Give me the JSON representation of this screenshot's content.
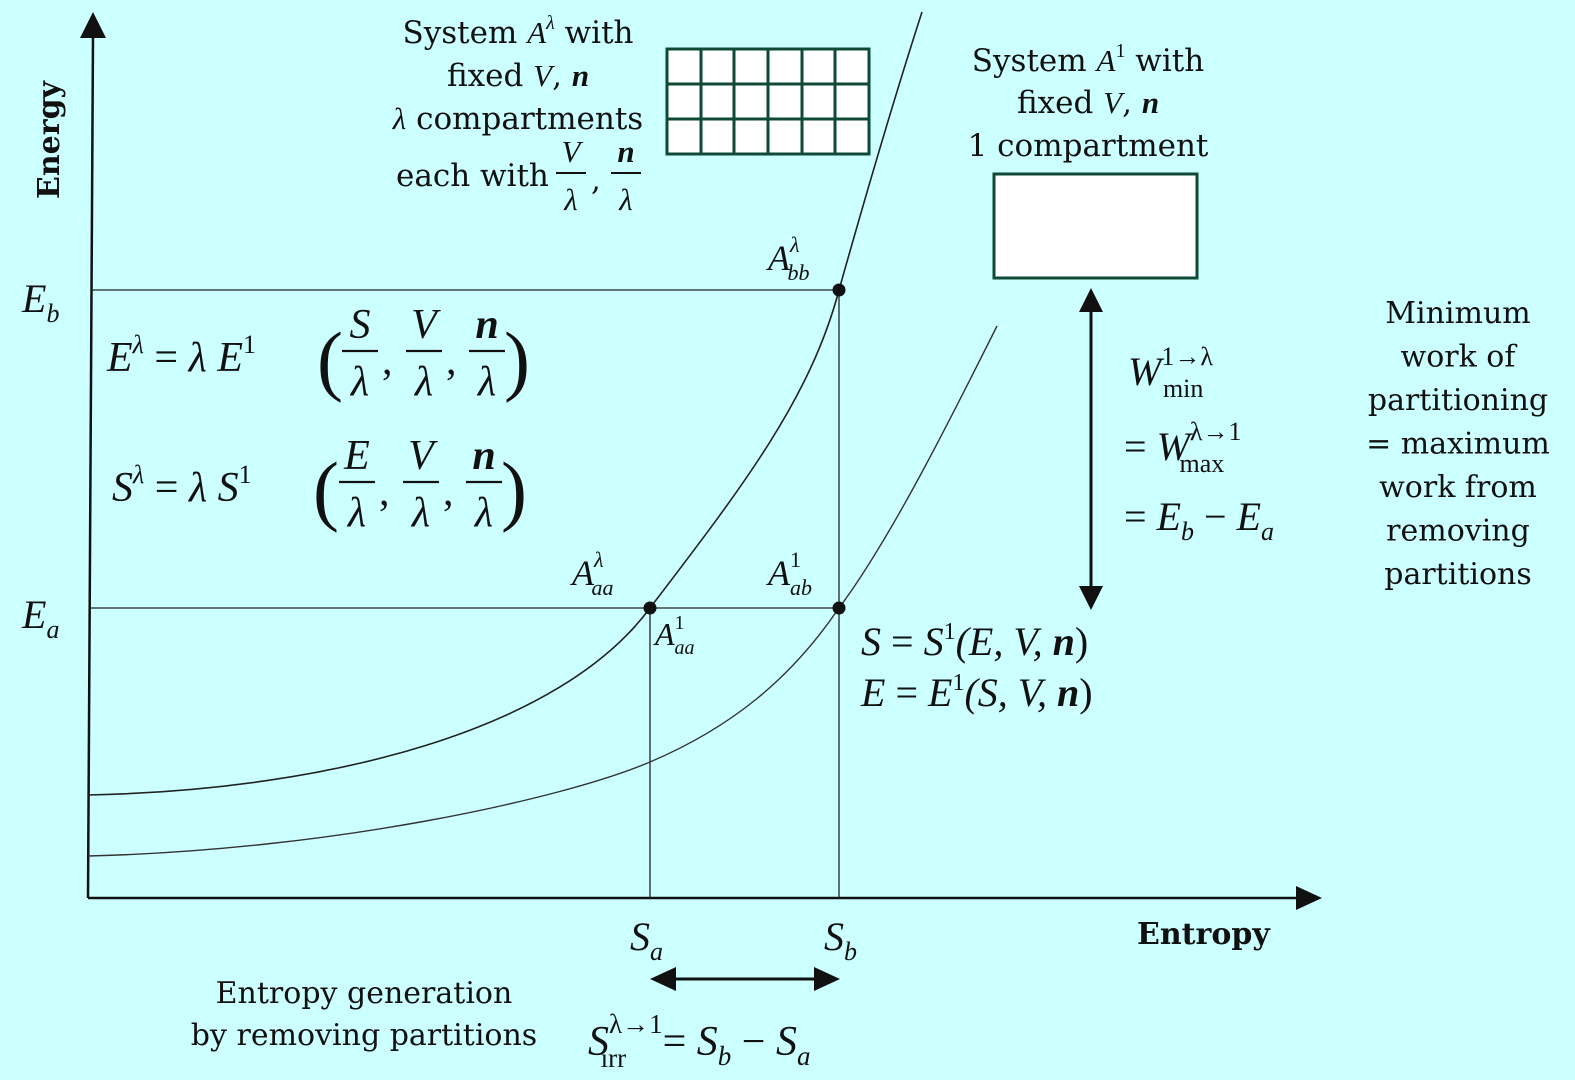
{
  "axes": {
    "y_label": "Energy",
    "x_label": "Entropy"
  },
  "ticks": {
    "Eb": {
      "main": "E",
      "sub": "b"
    },
    "Ea": {
      "main": "E",
      "sub": "a"
    },
    "Sa": {
      "main": "S",
      "sub": "a"
    },
    "Sb": {
      "main": "S",
      "sub": "b"
    }
  },
  "points": {
    "A_bb_lambda": {
      "main": "A",
      "sup": "λ",
      "sub": "bb"
    },
    "A_aa_lambda": {
      "main": "A",
      "sup": "λ",
      "sub": "aa"
    },
    "A_ab_1": {
      "main": "A",
      "sup": "1",
      "sub": "ab"
    },
    "A_aa_1": {
      "main": "A",
      "sup": "1",
      "sub": "aa"
    }
  },
  "system_lambda": {
    "line1_pre": "System ",
    "line1_main": "A",
    "line1_sup": "λ",
    "line1_post": " with",
    "line2_pre": "fixed ",
    "line2_var": "V",
    "line2_sep": ", ",
    "line2_bold": "n",
    "line3_var": "λ",
    "line3_text": " compartments",
    "line4_text": "each with ",
    "frac1_num": "V",
    "frac1_den": "λ",
    "frac2_num": "n",
    "frac2_den": "λ",
    "comma": ","
  },
  "system_one": {
    "line1_pre": "System ",
    "line1_main": "A",
    "line1_sup": "1",
    "line1_post": " with",
    "line2_pre": "fixed ",
    "line2_var": "V",
    "line2_sep": ", ",
    "line2_bold": "n",
    "line3": "1 compartment"
  },
  "eq_E_lambda": {
    "lhs_main": "E",
    "lhs_sup": "λ",
    "eq": " = ",
    "lam": "λ",
    "f_main": "E",
    "f_sup": "1",
    "f1_num": "S",
    "f1_den": "λ",
    "f2_num": "V",
    "f2_den": "λ",
    "f3_num": "n",
    "f3_den": "λ"
  },
  "eq_S_lambda": {
    "lhs_main": "S",
    "lhs_sup": "λ",
    "eq": " = ",
    "lam": "λ",
    "f_main": "S",
    "f_sup": "1",
    "f1_num": "E",
    "f1_den": "λ",
    "f2_num": "V",
    "f2_den": "λ",
    "f3_num": "n",
    "f3_den": "λ"
  },
  "fundamental": {
    "line1_lhs": "S",
    "line1_eq": " = ",
    "line1_f": "S",
    "line1_sup": "1",
    "line1_args": "(E, V, ",
    "line1_bold": "n",
    "line1_close": ")",
    "line2_lhs": "E",
    "line2_eq": " = ",
    "line2_f": "E",
    "line2_sup": "1",
    "line2_args": "(S, V, ",
    "line2_bold": "n",
    "line2_close": ")"
  },
  "work": {
    "w1_main": "W",
    "w1_sup": "1→λ",
    "w1_sub": "min",
    "w2_eq": "= ",
    "w2_main": "W",
    "w2_sup": "λ→1",
    "w2_sub": "max",
    "w3_eq": "= ",
    "w3_a": "E",
    "w3_a_sub": "b",
    "w3_minus": " − ",
    "w3_b": "E",
    "w3_b_sub": "a"
  },
  "min_work_note": {
    "lines": [
      "Minimum",
      "work of",
      "partitioning",
      "= maximum",
      "work from",
      "removing",
      "partitions"
    ]
  },
  "entropy_note": {
    "lines": [
      "Entropy generation",
      "by removing partitions"
    ]
  },
  "s_irr": {
    "main": "S",
    "sup": "λ→1",
    "sub": "irr",
    "eq": " = ",
    "a": "S",
    "a_sub": "b",
    "minus": " − ",
    "b": "S",
    "b_sub": "a"
  },
  "colors": {
    "background": "#ccffff",
    "grid_box": "#0e4a36",
    "ink": "#111111",
    "white_box": "#ffffff"
  }
}
